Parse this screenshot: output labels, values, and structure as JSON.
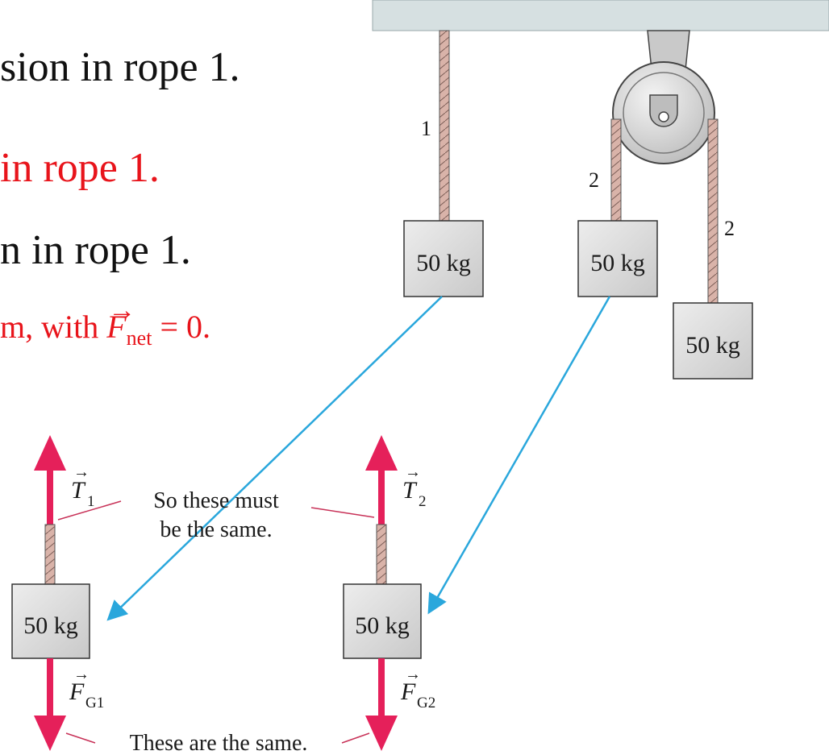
{
  "slide_text": {
    "line1": "sion in rope 1.",
    "line2": "in rope 1.",
    "line3": "n in rope 1.",
    "line4_prefix": "m, with ",
    "line4_symbol": "F",
    "line4_sub": "net",
    "line4_suffix": " = 0."
  },
  "diagram": {
    "rope_labels": [
      "1",
      "2",
      "2"
    ],
    "mass_labels": [
      "50 kg",
      "50 kg",
      "50 kg",
      "50 kg",
      "50 kg"
    ],
    "tension_symbol": "T",
    "tension_subscripts": [
      "1",
      "2"
    ],
    "weight_symbol": "F",
    "weight_subscripts": [
      "G1",
      "G2"
    ],
    "annotation_top_line1": "So these must",
    "annotation_top_line2": "be the same.",
    "annotation_bottom": "These are the same."
  },
  "colors": {
    "text_black": "#111111",
    "text_red": "#e8141b",
    "force_arrow": "#e5205a",
    "pointer_arrow": "#2aa7dc",
    "ceiling": "#d6e0e1",
    "block_fill": "#e2e2e2",
    "rope": "#d9b3a9"
  }
}
